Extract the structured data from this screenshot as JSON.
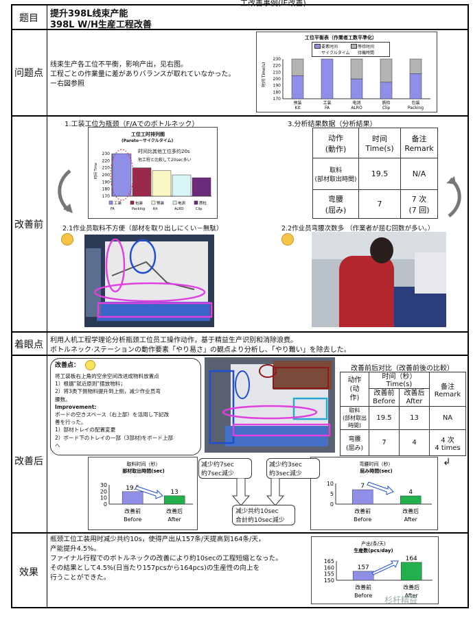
{
  "header": {
    "fragment": "工改善事例(IE改善)"
  },
  "rows": {
    "title": "题目",
    "problem": "问题点",
    "before": "改善前",
    "focus": "着眼点",
    "after": "改善后",
    "effect": "效果"
  },
  "title_section": {
    "line1": "提升398L线束产能",
    "line2": "398L W/H生産工程改善"
  },
  "problem_section": {
    "text1": "线束生产各工位不平衡，影响产出，见右图。",
    "text2": "工程ごとの作業量に差がありバランスが取れていなかった。",
    "text3": "ー右図参照"
  },
  "balance_chart": {
    "title": "工位平衡表（作業者工数平準化）",
    "legend_a1": "要素时间",
    "legend_a2": "サイクルタイム",
    "legend_b1": "等待时间",
    "legend_b2": "待機時間",
    "ylabel": "时间 Time(s)"
  },
  "before_section": {
    "heading1": "1.工装工位为瓶颈（F/Aでのボトルネック）",
    "heading2": "3.分析结果数据（分析結果）",
    "caption1": "2.1作业员取料不方便（部材を取り出しにくい－無駄）",
    "caption2": "2.2作业员弯腰次数多 （作業者が屈む回数が多い。）",
    "pareto_title1": "工位工时排列图",
    "pareto_title2": "(Pareto－サイクルタイム)",
    "pareto_note1": "时间比其他工位多约20s",
    "pareto_note2": "他工程と比較して20sec多い",
    "pareto_ylabel": "时间 Time",
    "pareto_legend": [
      "工装 FA",
      "包装 Packing",
      "预装 Kit",
      "电测 ALRO",
      "质检 Clip"
    ],
    "table": {
      "h1": "动作\n(動作)",
      "h2": "时间\nTime(s)",
      "h3": "备注\nRemark",
      "r1c1": "取料\n(部材取出時間)",
      "r1c2": "19.5",
      "r1c3": "N/A",
      "r2c1": "弯腰\n(屈み)",
      "r2c2": "7",
      "r2c3": "7 次\n(7 回)"
    }
  },
  "focus_section": {
    "text1": "利用人机工程学理论分析瓶颈工位员工操作动作，基于精益生产识别和消除浪费。",
    "text2": "ボトルネック·ステーションの動作要素「やり易さ」の観点より分析し、「やり難い」を除去した。"
  },
  "after_section": {
    "points_title": "改善点：",
    "points": [
      "将工装板右上角的空余空间改进成物料放置点",
      "1）根据\"就近原则\"摆放物料；",
      "2）将3类下侧物料提升到上侧，减少作业员弯",
      "腰数。",
      "Improvement:",
      "ボードの空きスペース（右上部）を活用し下記改",
      "善を行った。",
      "1）部材トレイの配置変更",
      "2）ボード下のトレイの一部（3部材)をボード上部",
      "へ"
    ],
    "compare_title": "改善前后对比（改善前後の比較）",
    "table": {
      "h_action": "动作\n(动\n作)",
      "h_time": "时间（秒）\nTime(s)",
      "h_remark": "备注\nRemark",
      "h_before": "改善前\nBefore",
      "h_after": "改善后\nAfter",
      "r1c1": "取料\n(部材取出時間)",
      "r1b": "19.5",
      "r1a": "13",
      "r1r": "NA",
      "r2c1": "弯腰\n(屈み)",
      "r2b": "7",
      "r2a": "4",
      "r2r": "4 次\n4 times"
    },
    "mini1": {
      "title1": "取料时间（秒）",
      "title2": "部材取出時間(sec)",
      "ticks": [
        "30",
        "20",
        "10",
        "0"
      ]
    },
    "mini2": {
      "title1": "弯腰时间（秒）",
      "title2": "屈み時間(sec)",
      "ticks": [
        "10",
        "5",
        "0"
      ]
    },
    "before_label": "改善前\nBefore",
    "after_label": "改善后\nAfter",
    "callout1": "减少约7sec\n約7sec減少",
    "callout2": "减少约3sec\n約3sec減少",
    "callout3": "减少共约10sec\n合計約10sec減少"
  },
  "effect_section": {
    "text1": "瓶颈工位工装用时减少共约10s，使得产出从157条/天提高到164条/天，",
    "text2": "产能提升4.5%。",
    "text3": "ファイナル行程でのボトルネックの改善により約10secの工程短縮となった。",
    "text4": "その結果として4.5%(日当たり157pcsから164pcs)の生産性の向上を",
    "text5": "行うことができた。",
    "chart_title1": "产出(条/天)",
    "chart_title2": "生産数(pcs/day)",
    "ticks": [
      "165",
      "160",
      "155",
      "150"
    ],
    "watermark": "杉杆精益"
  },
  "chart_data": [
    {
      "type": "bar",
      "title": "工位平衡表（作業者工数平準化）",
      "ylabel": "时间 Time(s)",
      "categories": [
        "预装 Kit",
        "工装 FA",
        "电测 ALRO",
        "质检 Clip",
        "包装 Packing"
      ],
      "ylim": [
        170,
        230
      ],
      "series": [
        {
          "name": "要素时间 サイクルタイム",
          "values": [
            205,
            230,
            200,
            195,
            208
          ]
        },
        {
          "name": "等待时间 待機時間",
          "values": [
            25,
            0,
            30,
            35,
            22
          ]
        }
      ]
    },
    {
      "type": "bar",
      "title": "工位工时排列图 (Pareto－サイクルタイム)",
      "ylabel": "时间 Time",
      "categories": [
        "工装 FA",
        "包装 Packing",
        "预装 Kit",
        "电测 ALRO",
        "质检 Clip"
      ],
      "ylim": [
        170,
        230
      ],
      "values": [
        230,
        210,
        206,
        200,
        196
      ]
    },
    {
      "type": "bar",
      "title": "取料时间（秒） 部材取出時間(sec)",
      "categories": [
        "改善前 Before",
        "改善后 After"
      ],
      "ylim": [
        0,
        30
      ],
      "values": [
        19.5,
        13
      ]
    },
    {
      "type": "bar",
      "title": "弯腰时间（秒） 屈み時間(sec)",
      "categories": [
        "改善前 Before",
        "改善后 After"
      ],
      "ylim": [
        0,
        10
      ],
      "values": [
        7,
        4
      ]
    },
    {
      "type": "bar",
      "title": "产出(条/天) 生産数(pcs/day)",
      "categories": [
        "改善前 Before",
        "改善后 After"
      ],
      "ylim": [
        150,
        165
      ],
      "values": [
        157,
        164
      ]
    }
  ],
  "colors": {
    "before_bar": "#8f8fe8",
    "after_bar": "#22b14c",
    "gray_bar": "#b3b3b3",
    "oval_pink": "#e040e0",
    "oval_blue": "#1f4fd1"
  }
}
